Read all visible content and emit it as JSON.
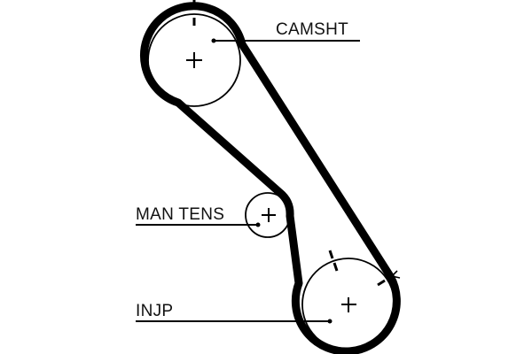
{
  "diagram": {
    "type": "timing-belt-routing",
    "labels": {
      "camshaft": "CAMSHT",
      "tensioner": "MAN TENS",
      "injection_pump": "INJP"
    },
    "components": [
      {
        "id": "camshaft",
        "label": "CAMSHT",
        "kind": "pulley",
        "has_timing_mark": true
      },
      {
        "id": "tensioner",
        "label": "MAN TENS",
        "kind": "manual-tensioner"
      },
      {
        "id": "injection_pump",
        "label": "INJP",
        "kind": "pulley",
        "has_timing_mark": true,
        "has_direction_arrow": true
      }
    ],
    "colors": {
      "line": "#000000",
      "background": "#ffffff"
    }
  }
}
